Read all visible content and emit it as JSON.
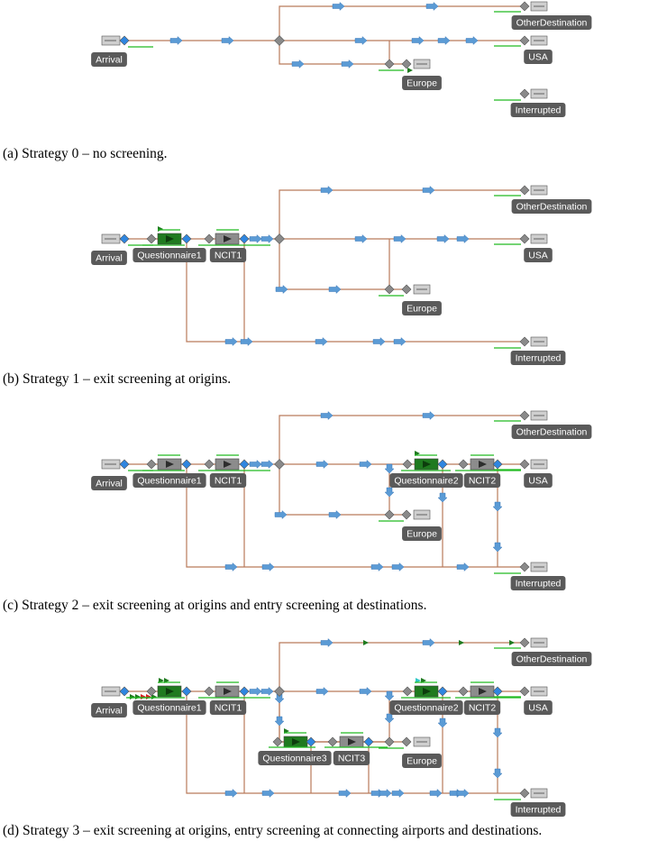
{
  "captions": {
    "a": "(a)  Strategy 0 – no screening.",
    "b": "(b)  Strategy 1 – exit screening at origins.",
    "c": "(c)  Strategy 2 – exit screening at origins and entry screening at destinations.",
    "d": "(d)  Strategy 3 – exit screening at origins, entry screening at connecting airports and destinations."
  },
  "labels": {
    "arrival": "Arrival",
    "other_destination": "OtherDestination",
    "usa": "USA",
    "europe": "Europe",
    "interrupted": "Interrupted",
    "questionnaire1": "Questionnaire1",
    "questionnaire2": "Questionnaire2",
    "questionnaire3": "Questionnaire3",
    "ncit1": "NCIT1",
    "ncit2": "NCIT2",
    "ncit3": "NCIT3"
  },
  "colors": {
    "connector": "#b97a5a",
    "entity_arrow": "#5b9bd5",
    "decision_node": "#8a8a8a",
    "source_node": "#2f86e0",
    "queue_bar": "#22bb22",
    "server_active": "#1f7a1f",
    "server_idle": "#8c8c8c",
    "label_bg": "#5a5a5a"
  },
  "icons": {
    "entity": "arrow-right-icon",
    "decision": "diamond-icon",
    "connector_port": "diamond-icon",
    "source": "source-block-icon",
    "sink": "sink-block-icon",
    "server": "play-icon"
  }
}
